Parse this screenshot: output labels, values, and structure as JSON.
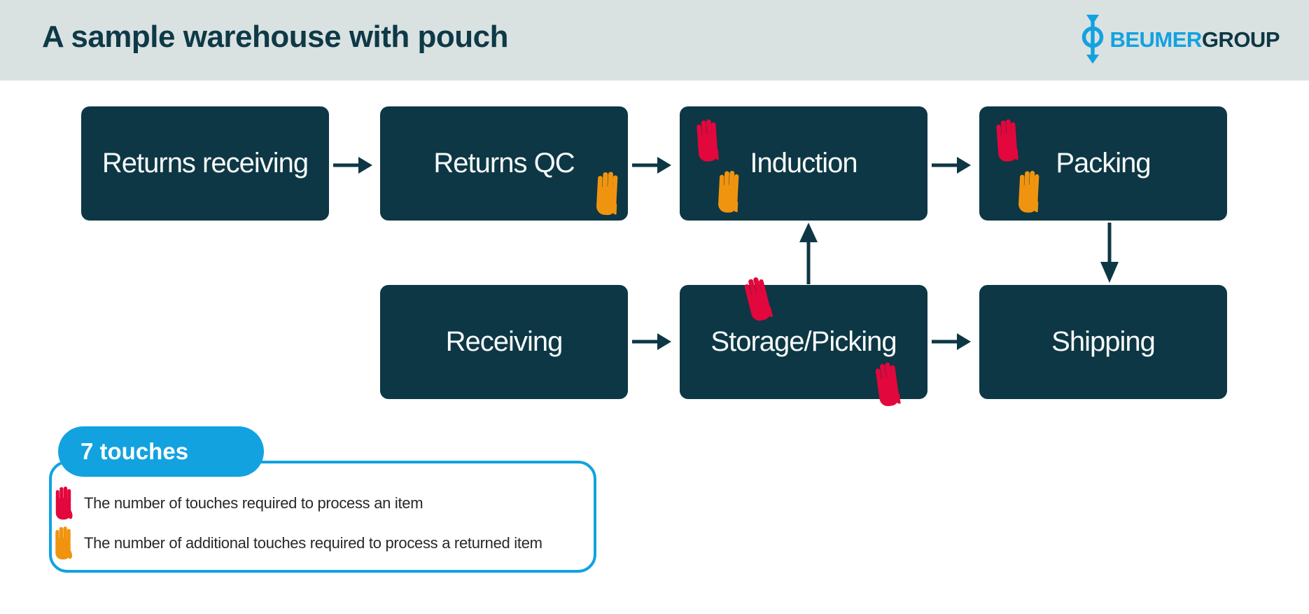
{
  "header": {
    "title": "A sample warehouse with pouch",
    "logo": {
      "primary": "BEUMER",
      "secondary": "GROUP"
    }
  },
  "flow": {
    "boxes": [
      {
        "id": "returns-receiving",
        "label": "Returns receiving",
        "touches": []
      },
      {
        "id": "returns-qc",
        "label": "Returns QC",
        "touches": [
          "additional"
        ]
      },
      {
        "id": "induction",
        "label": "Induction",
        "touches": [
          "required",
          "additional"
        ]
      },
      {
        "id": "packing",
        "label": "Packing",
        "touches": [
          "required",
          "additional"
        ]
      },
      {
        "id": "receiving",
        "label": "Receiving",
        "touches": []
      },
      {
        "id": "storage-picking",
        "label": "Storage/Picking",
        "touches": [
          "required",
          "required"
        ]
      },
      {
        "id": "shipping",
        "label": "Shipping",
        "touches": []
      }
    ],
    "connections": [
      "Returns receiving → Returns QC",
      "Returns QC → Induction",
      "Induction → Packing",
      "Receiving → Storage/Picking",
      "Storage/Picking → Shipping",
      "Storage/Picking → Induction",
      "Packing → Shipping"
    ]
  },
  "legend": {
    "title": "7 touches",
    "items": [
      {
        "icon": "red-hand-icon",
        "text": "The number of touches required to process an item"
      },
      {
        "icon": "orange-hand-icon",
        "text": "The number of additional touches required to process a returned item"
      }
    ]
  },
  "colors": {
    "box_teal": "#0d3744",
    "accent_blue": "#12a2e0",
    "touch_red": "#e2073c",
    "touch_orange": "#f0940f",
    "header_bg": "#dae1e1"
  }
}
